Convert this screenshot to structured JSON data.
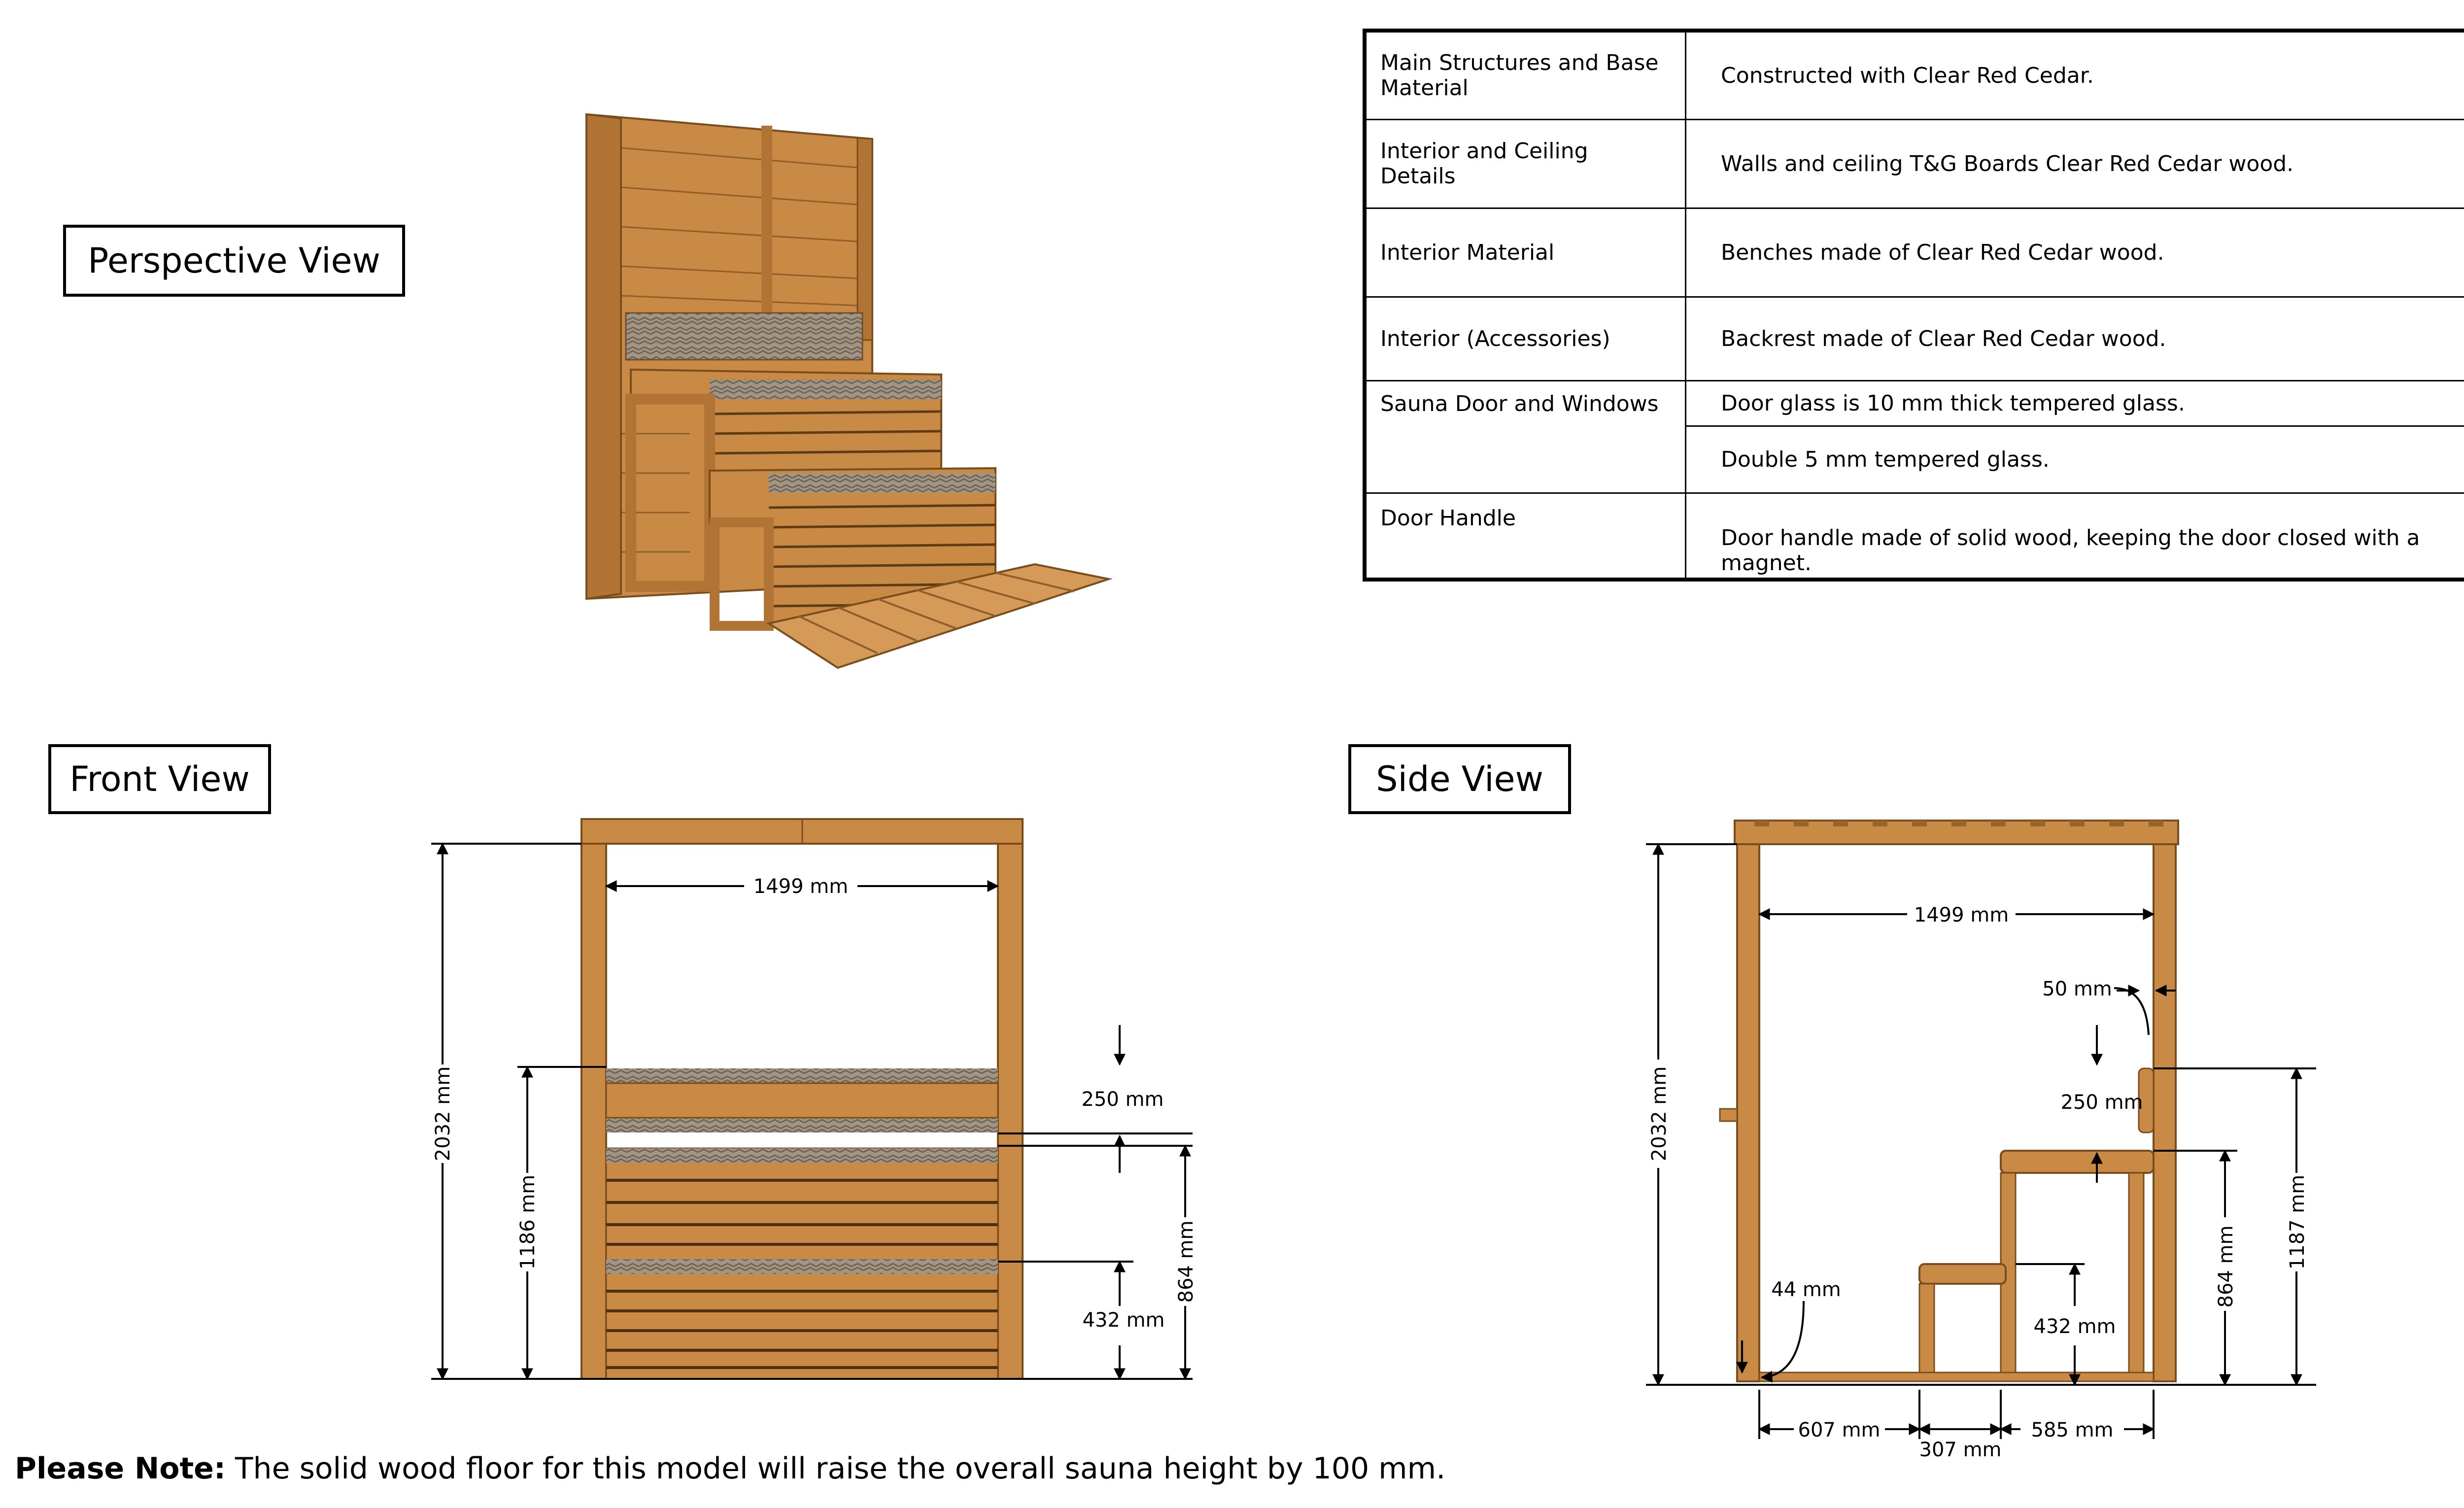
{
  "labels": {
    "perspective": "Perspective View",
    "front": "Front View",
    "side": "Side View"
  },
  "spec_table": [
    {
      "key": "Main Structures and Base Material",
      "value": "Constructed with Clear Red Cedar."
    },
    {
      "key": "Interior and Ceiling Details",
      "value": "Walls and ceiling T&G Boards Clear Red Cedar wood."
    },
    {
      "key": "Interior Material",
      "value": "Benches made of Clear Red Cedar wood."
    },
    {
      "key": "Interior (Accessories)",
      "value": "Backrest made of Clear Red Cedar wood."
    },
    {
      "key": "Sauna Door and Windows",
      "values": [
        "Door glass is 10 mm thick tempered glass.",
        "Double 5 mm tempered glass."
      ]
    },
    {
      "key": "Door Handle",
      "value": "Door handle made of solid wood, keeping the door closed with a magnet."
    }
  ],
  "front_dims": {
    "width": "1499 mm",
    "height": "2032 mm",
    "bench_top": "1186 mm",
    "backrest": "250 mm",
    "mid_bench": "864 mm",
    "low_bench": "432 mm"
  },
  "side_dims": {
    "width": "1499 mm",
    "height": "2032 mm",
    "backrest_gap": "50 mm",
    "backrest": "250 mm",
    "top_total": "1187 mm",
    "mid_bench": "864 mm",
    "low_bench": "432 mm",
    "floor_gap": "44 mm",
    "depth1": "607 mm",
    "depth2": "307 mm",
    "depth3": "585 mm"
  },
  "note": {
    "bold": "Please Note:",
    "text": " The solid wood floor for this model will raise the overall sauna height by 100 mm."
  },
  "colors": {
    "wood": "#c98a45",
    "wood_dark": "#9a6328",
    "wood_light": "#dba463",
    "bench_stripe": "#8d8d8d"
  }
}
